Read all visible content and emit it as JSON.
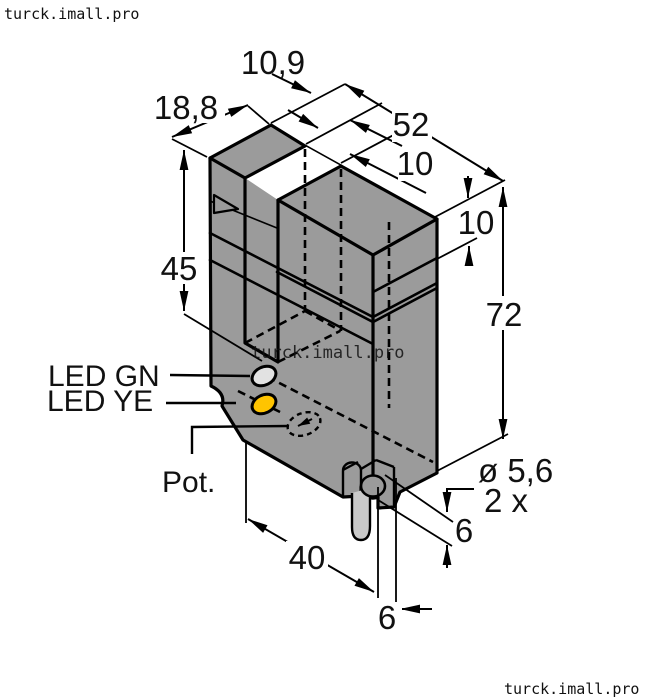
{
  "drawing": {
    "type": "isometric dimensional drawing of a fork / slot sensor",
    "dimensions": {
      "arm_width": "10,9",
      "housing_depth": "18,8",
      "overall_length": "52",
      "slot_width": "10",
      "band_height": "10",
      "slot_depth": "45",
      "overall_height": "72",
      "hole_diameter": "ø 5,6",
      "hole_count": "2 x",
      "hole_offset_right": "6",
      "hole_spacing": "40",
      "hole_offset_bottom": "6"
    },
    "labels": {
      "led_green": "LED GN",
      "led_yellow": "LED YE",
      "potentiometer": "Pot."
    },
    "watermarks": {
      "top_left": "turck.imall.pro",
      "center": "turck.imall.pro",
      "bottom_right": "turck.imall.pro"
    },
    "colors": {
      "body": "#9b9b9b",
      "cable": "#c9c9c9",
      "led_green": "#e2e2e2",
      "led_yellow": "#ffc400",
      "line": "#000000",
      "watermark": "#a8a8a8",
      "watermark_center": "#c4c4c4"
    }
  }
}
